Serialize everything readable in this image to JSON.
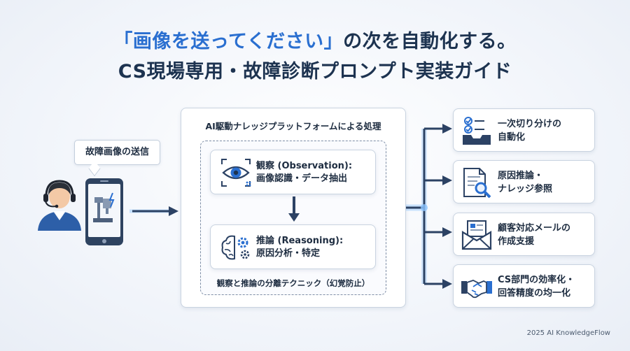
{
  "header": {
    "title_line1_highlight": "「画像を送ってください」",
    "title_line1_rest": "の次を自動化する。",
    "title_line2": "CS現場専用・故障診断プロンプト実装ガイド"
  },
  "operator": {
    "bubble_label": "故障画像の送信"
  },
  "platform": {
    "title": "AI駆動ナレッジプラットフォームによる処理",
    "steps": [
      {
        "line1": "観察 (Observation):",
        "line2": "画像認識・データ抽出",
        "icon": "eye-scan-icon"
      },
      {
        "line1": "推論 (Reasoning):",
        "line2": "原因分析・特定",
        "icon": "brain-gear-icon"
      }
    ],
    "caption": "観察と推論の分離テクニック（幻覚防止）"
  },
  "outcomes": [
    {
      "line1": "一次切り分けの",
      "line2": "自動化",
      "icon": "checklist-tray-icon"
    },
    {
      "line1": "原因推論・",
      "line2": "ナレッジ参照",
      "icon": "document-search-icon"
    },
    {
      "line1": "顧客対応メールの",
      "line2": "作成支援",
      "icon": "email-icon"
    },
    {
      "line1": "CS部門の効率化・",
      "line2": "回答精度の均一化",
      "icon": "handshake-icon"
    }
  ],
  "footer": {
    "credit": "2025 AI KnowledgeFlow"
  },
  "colors": {
    "accent": "#2a6fd0",
    "navy": "#2c4264",
    "border": "#c9d3e0",
    "glow": "#6fb4ff"
  }
}
